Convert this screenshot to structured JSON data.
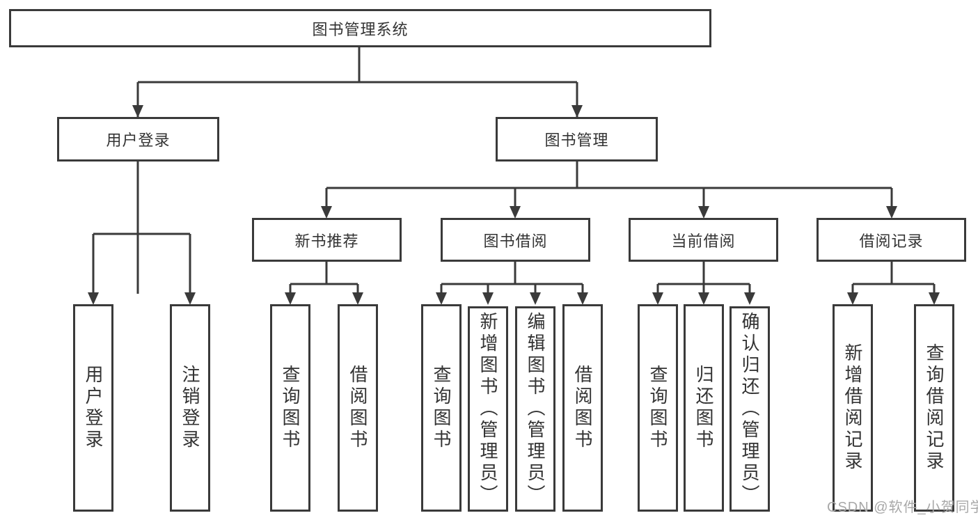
{
  "tree": {
    "root": "图书管理系统",
    "children": [
      {
        "label": "用户登录",
        "children": [
          "用户登录",
          "注销登录"
        ]
      },
      {
        "label": "图书管理",
        "children": [
          {
            "label": "新书推荐",
            "children": [
              "查询图书",
              "借阅图书"
            ]
          },
          {
            "label": "图书借阅",
            "children": [
              "查询图书",
              "新增图书（管理员）",
              "编辑图书（管理员）",
              "借阅图书"
            ]
          },
          {
            "label": "当前借阅",
            "children": [
              "查询图书",
              "归还图书",
              "确认归还（管理员）"
            ]
          },
          {
            "label": "借阅记录",
            "children": [
              "新增借阅记录",
              "查询借阅记录"
            ]
          }
        ]
      }
    ]
  },
  "watermark": {
    "text": "CSDN @软件_小贺同学",
    "color": "#a8a8a8"
  },
  "colors": {
    "line": "#3a3a3a",
    "text": "#333333",
    "background": "#ffffff"
  }
}
